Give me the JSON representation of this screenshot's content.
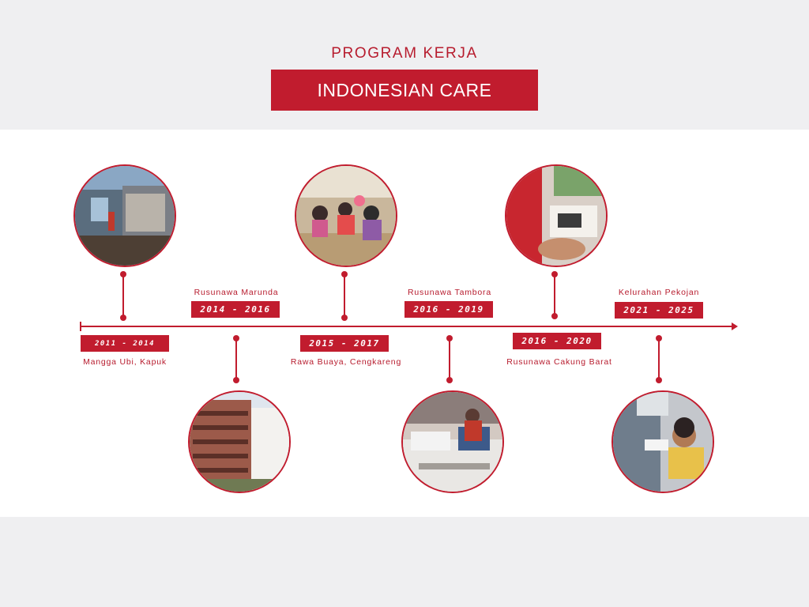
{
  "header": {
    "subtitle": "PROGRAM KERJA",
    "title": "INDONESIAN CARE"
  },
  "timeline": [
    {
      "period": "2011 - 2014",
      "place": "Mangga Ubi, Kapuk",
      "side": "top-photo",
      "photo": "slum-housing-photo"
    },
    {
      "period": "2014 - 2016",
      "place": "Rusunawa Marunda",
      "side": "bottom-photo",
      "photo": "apartment-building-photo"
    },
    {
      "period": "2015 - 2017",
      "place": "Rawa Buaya, Cengkareng",
      "side": "top-photo",
      "photo": "children-class-photo"
    },
    {
      "period": "2016 - 2019",
      "place": "Rusunawa Tambora",
      "side": "bottom-photo",
      "photo": "sewing-workshop-photo"
    },
    {
      "period": "2016 - 2020",
      "place": "Rusunawa Cakung Barat",
      "side": "top-photo",
      "photo": "health-checkup-photo"
    },
    {
      "period": "2021 - 2025",
      "place": "Kelurahan Pekojan",
      "side": "bottom-photo",
      "photo": "child-immunization-photo"
    }
  ],
  "colors": {
    "accent": "#c11c2e",
    "band": "#ffffff",
    "background": "#efeff1"
  }
}
